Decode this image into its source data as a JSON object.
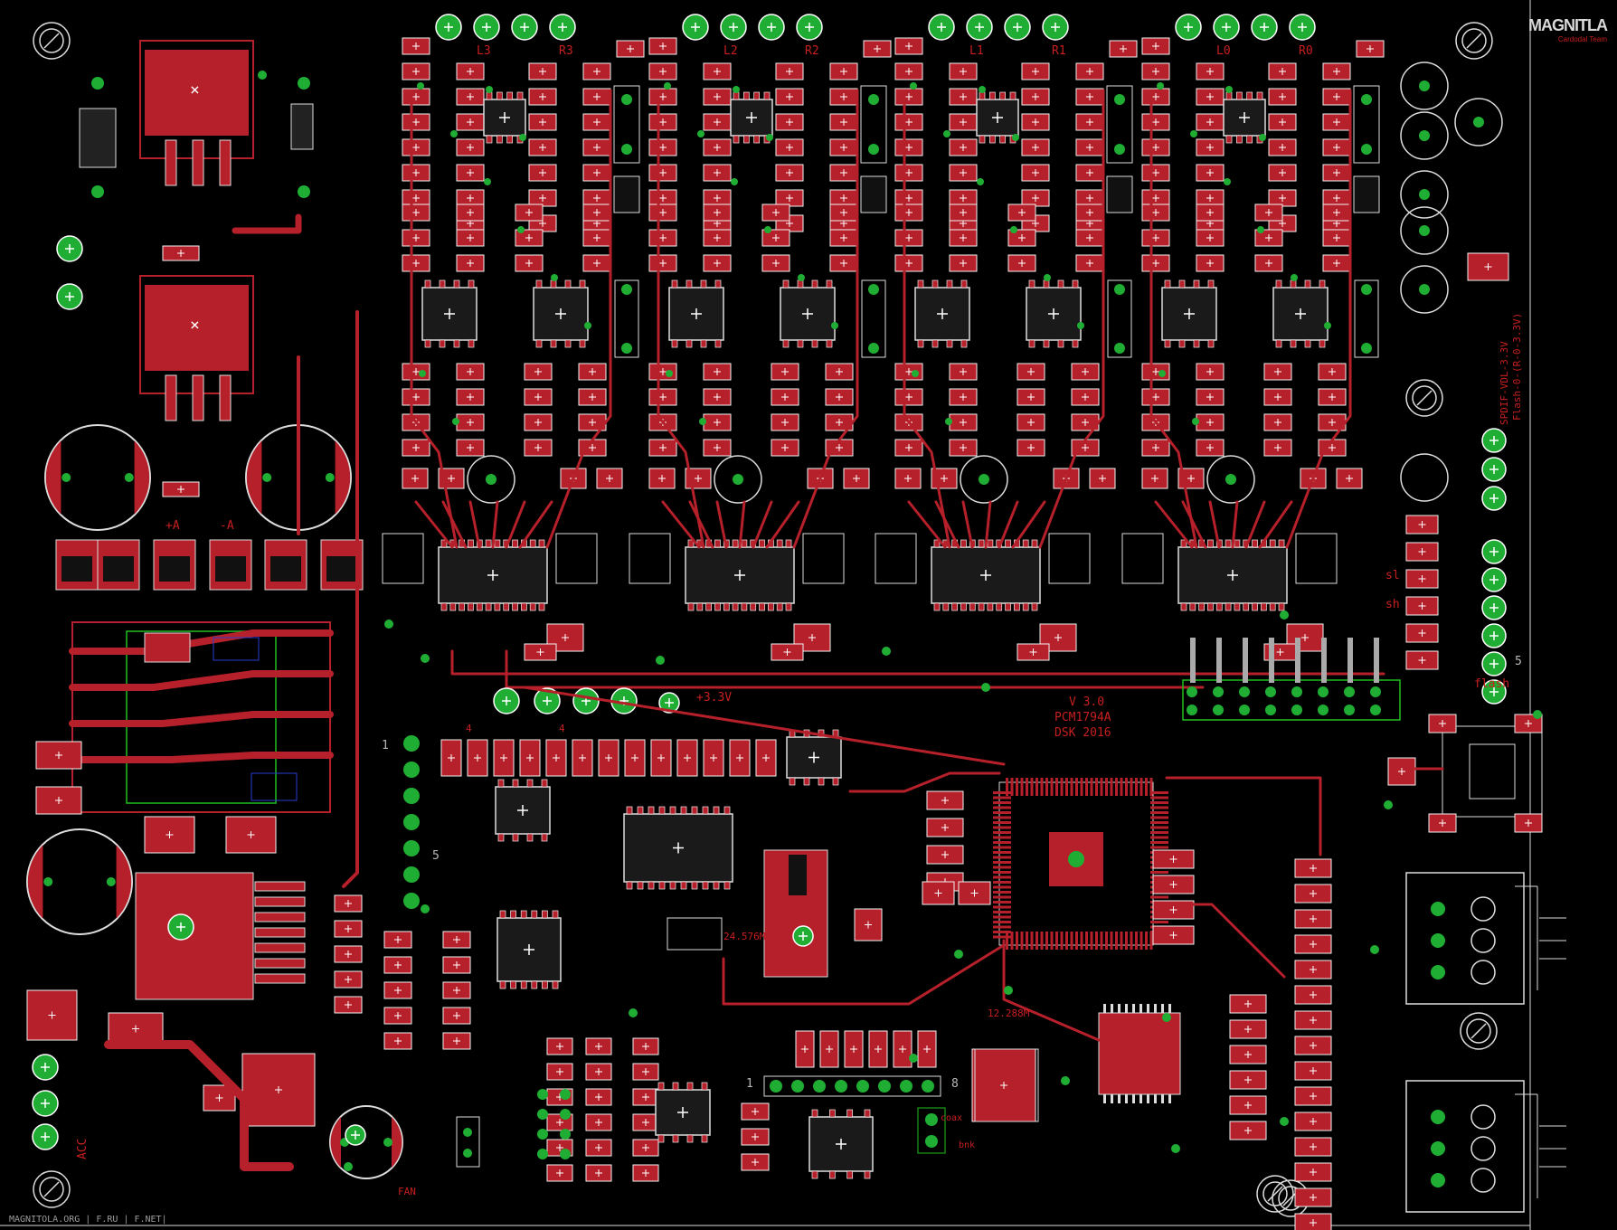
{
  "board": {
    "background": "#000000",
    "colors": {
      "copper_top": "#b5202a",
      "pad_outline": "#f2f2f2",
      "via": "#1fae33",
      "silkscreen": "#c9c9c9",
      "outline_blue": "#2a3ed0",
      "outline_green": "#20c020",
      "text_red": "#c81f1f"
    },
    "logo": {
      "name": "MAGNIT",
      "mark": "LA",
      "sub": "Cardodal Team"
    },
    "footer": "MAGNITOLA.ORG | F.RU | F.NET|",
    "version_lines": [
      "V 3.0",
      "PCM1794A",
      "DSK 2016"
    ],
    "channel_labels": [
      "L3",
      "R3",
      "L2",
      "R2",
      "L1",
      "R1",
      "L0",
      "R0"
    ],
    "power_labels": [
      "+A",
      "-A",
      "+3.3V",
      "ACC"
    ],
    "jumper_labels": [
      "SPDIF-VDL-3.3V",
      "Flash-0-(R-0-3.3V)"
    ],
    "header_labels": [
      "1",
      "5",
      "1",
      "8",
      "flash",
      "sh",
      "sl"
    ],
    "misc_labels": [
      "12.288M",
      "24.576M",
      "coax",
      "bnk",
      "FAN",
      "4",
      "4",
      "5"
    ]
  }
}
